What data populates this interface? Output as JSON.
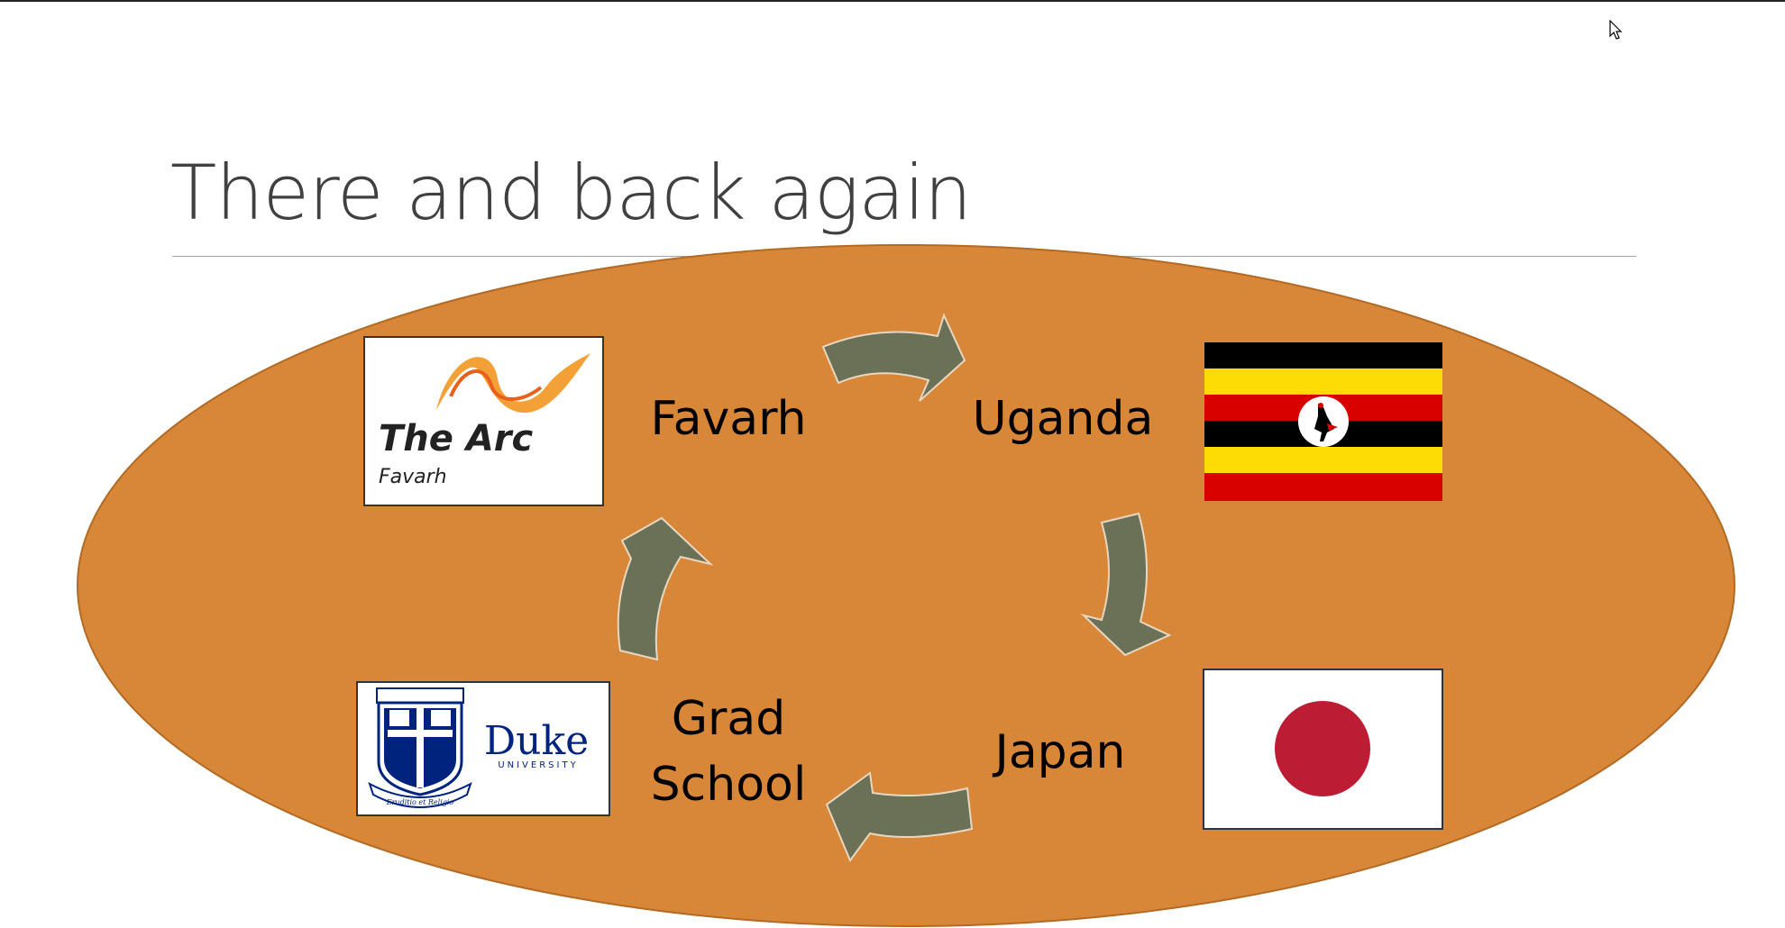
{
  "slide": {
    "title": "There and back again"
  },
  "diagram": {
    "background_color": "#d88738",
    "arrow_color": "#6b7157",
    "steps": [
      {
        "label": "Favarh"
      },
      {
        "label": "Uganda"
      },
      {
        "label": "Japan"
      },
      {
        "label_line1": "Grad",
        "label_line2": "School"
      }
    ],
    "logos": {
      "arc": {
        "main": "The Arc",
        "sub": "Favarh",
        "icon": "arc-swoosh-icon"
      },
      "duke": {
        "name": "Duke",
        "sub": "UNIVERSITY",
        "motto": "Eruditio et Religio",
        "icon": "duke-shield-icon"
      },
      "uganda_flag": {
        "icon": "uganda-flag-icon",
        "colors": [
          "#000000",
          "#fcdc04",
          "#d90000"
        ]
      },
      "japan_flag": {
        "icon": "japan-flag-icon",
        "disc_color": "#bc1c34"
      }
    }
  }
}
